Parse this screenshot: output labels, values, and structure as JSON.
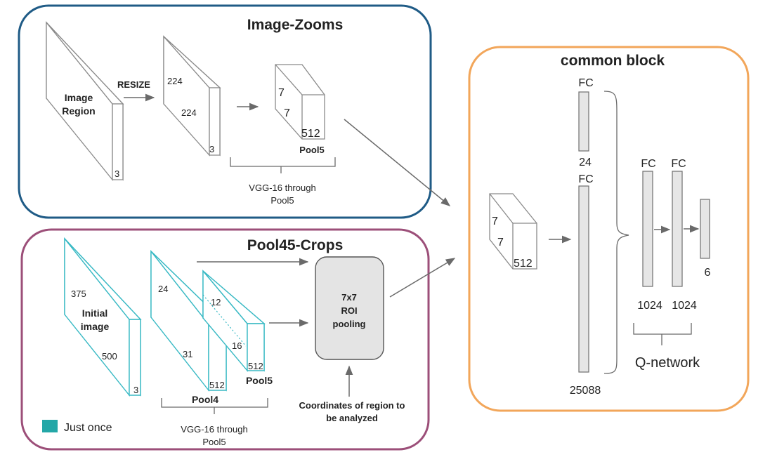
{
  "image_zooms": {
    "title": "Image-Zooms",
    "image_region_line1": "Image",
    "image_region_line2": "Region",
    "image_region_depth": "3",
    "resize": "RESIZE",
    "resized_h": "224",
    "resized_w": "224",
    "resized_depth": "3",
    "pool5_h": "7",
    "pool5_w": "7",
    "pool5_depth": "512",
    "pool5_label": "Pool5",
    "vgg_line1": "VGG-16 through",
    "vgg_line2": "Pool5"
  },
  "pool45_crops": {
    "title": "Pool45-Crops",
    "initial_line1": "Initial",
    "initial_line2": "image",
    "initial_h": "375",
    "initial_w": "500",
    "initial_depth": "3",
    "pool4_h": "24",
    "pool4_w": "31",
    "pool4_depth": "512",
    "pool4_label": "Pool4",
    "pool5_h": "12",
    "pool5_w": "16",
    "pool5_depth": "512",
    "pool5_label": "Pool5",
    "roi_line1": "7x7",
    "roi_line2": "ROI",
    "roi_line3": "pooling",
    "coords_line1": "Coordinates of region to",
    "coords_line2": "be analyzed",
    "vgg_line1": "VGG-16 through",
    "vgg_line2": "Pool5",
    "legend_label": "Just once"
  },
  "common_block": {
    "title": "common block",
    "input_h": "7",
    "input_w": "7",
    "input_depth": "512",
    "fc_label": "FC",
    "fc_top_size": "24",
    "fc_big_size": "25088",
    "fc1_size": "1024",
    "fc2_size": "1024",
    "output_size": "6",
    "q_network": "Q-network"
  },
  "colors": {
    "image_zooms_border": "#1f5b86",
    "pool45_border": "#9c4f79",
    "common_border": "#f2a65a",
    "legend_swatch": "#23a7a7",
    "cyan_stroke": "#38b9c4"
  }
}
